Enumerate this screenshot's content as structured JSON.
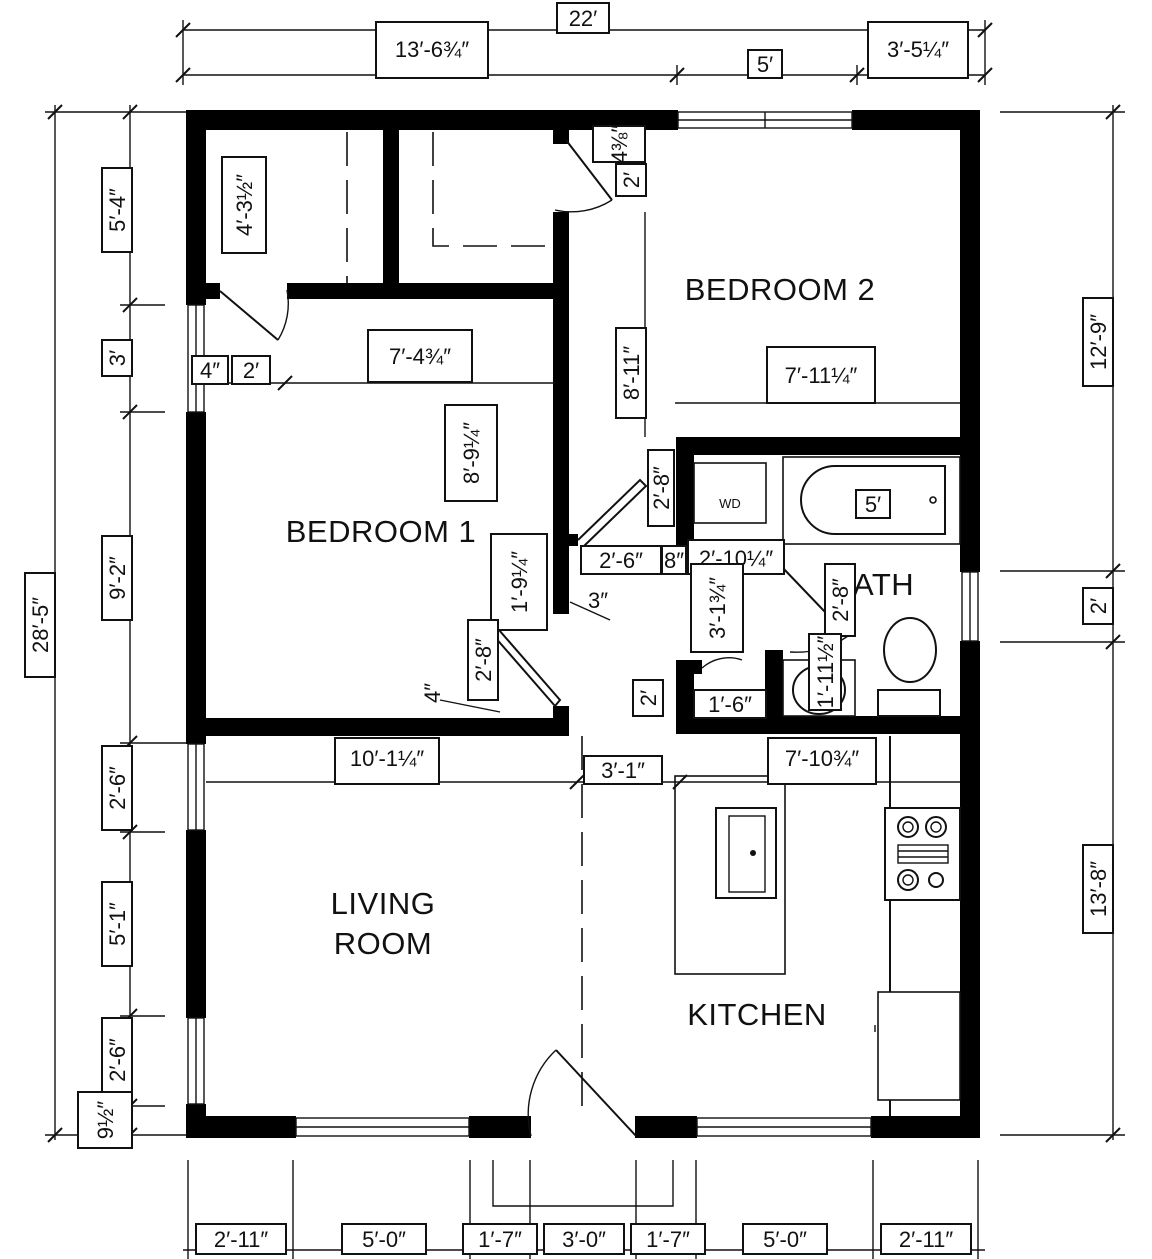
{
  "rooms": {
    "bedroom1": "BEDROOM 1",
    "bedroom2": "BEDROOM 2",
    "bath": "BATH",
    "living_line1": "LIVING",
    "living_line2": "ROOM",
    "kitchen": "KITCHEN",
    "wd": "WD"
  },
  "dims": {
    "top_total": "22′",
    "top_left": "13′-6¾″",
    "top_mid": "5′",
    "top_right": "3′-5¼″",
    "left_total": "28′-5″",
    "left_a": "5′-4″",
    "left_b": "3′",
    "left_c": "9′-2″",
    "left_d": "2′-6″",
    "left_e": "5′-1″",
    "left_f": "2′-6″",
    "left_g": "9½″",
    "right_a": "12′-9″",
    "right_b": "2′",
    "right_c": "13′-8″",
    "bottom": [
      "2′-11″",
      "5′-0″",
      "1′-7″",
      "3′-0″",
      "1′-7″",
      "5′-0″",
      "2′-11″"
    ],
    "closet_depth": "4′-3½″",
    "bed1_width": "7′-4¾″",
    "bed1_depth": "8′-9¼″",
    "bed1_door": "2′",
    "bed1_wall": "4″",
    "bed2_depth": "8′-11″",
    "bed2_width": "7′-11¼″",
    "bed2_door": "2′",
    "bed2_jamb": "4⅜″",
    "hall_door": "2′-6″",
    "door_28a": "2′-8″",
    "door_28b": "2′-8″",
    "door_28c": "2′-8″",
    "closet_1_9": "1′-9¼″",
    "wall_3": "3″",
    "wall_4": "4″",
    "wall_8": "8″",
    "linen_2": "2′",
    "hall_3": "3′-1¾″",
    "linen_16": "1′-6″",
    "vanity": "1′-11½″",
    "wd_width": "2′-10¼″",
    "tub": "5′",
    "bed1_wall_len": "10′-1¼″",
    "hall_width": "3′-1″",
    "kitchen_width": "7′-10¾″"
  }
}
